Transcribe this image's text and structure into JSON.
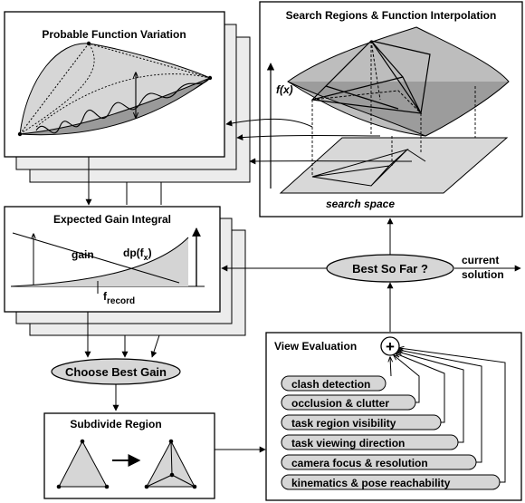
{
  "panels": {
    "probable_function": {
      "title": "Probable Function Variation"
    },
    "search_regions": {
      "title": "Search Regions & Function Interpolation",
      "axis_label": "f(x)",
      "space_label": "search  space"
    },
    "expected_gain": {
      "title": "Expected Gain Integral",
      "gain_label": "gain",
      "dp_label_main": "dp(f",
      "dp_label_sub": "x",
      "dp_label_close": ")",
      "record_label_main": "f",
      "record_label_sub": "record"
    },
    "view_evaluation": {
      "title": "View Evaluation",
      "sum_symbol": "+",
      "criteria": [
        "clash  detection",
        "occlusion  &  clutter",
        "task  region  visibility",
        "task  viewing  direction",
        "camera  focus  &  resolution",
        "kinematics  &  pose  reachability"
      ]
    },
    "subdivide": {
      "title": "Subdivide Region"
    }
  },
  "nodes": {
    "best_so_far": "Best  So  Far ?",
    "choose_best_gain": "Choose Best Gain"
  },
  "output": {
    "line1": "current",
    "line2": "solution"
  }
}
